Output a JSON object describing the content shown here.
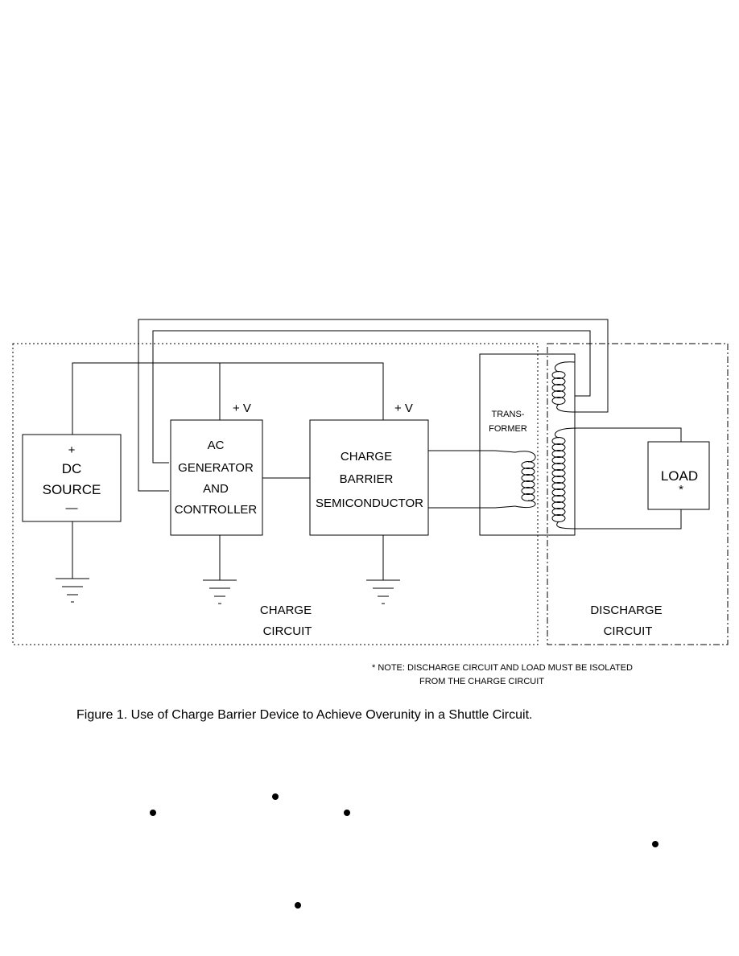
{
  "blocks": {
    "dc_source": {
      "plus": "+",
      "line1": "DC",
      "line2": "SOURCE",
      "minus": "—"
    },
    "ac_generator": {
      "line1": "AC",
      "line2": "GENERATOR",
      "line3": "AND",
      "line4": "CONTROLLER",
      "supply": "+ V"
    },
    "charge_barrier": {
      "line1": "CHARGE",
      "line2": "BARRIER",
      "line3": "SEMICONDUCTOR",
      "supply": "+ V"
    },
    "transformer": {
      "line1": "TRANS-",
      "line2": "FORMER"
    },
    "load": {
      "label": "LOAD",
      "mark": "*"
    }
  },
  "regions": {
    "charge_circuit": {
      "line1": "CHARGE",
      "line2": "CIRCUIT"
    },
    "discharge_circuit": {
      "line1": "DISCHARGE",
      "line2": "CIRCUIT"
    }
  },
  "note": {
    "line1": "* NOTE:  DISCHARGE CIRCUIT AND  LOAD  MUST BE ISOLATED",
    "line2": "FROM  THE CHARGE CIRCUIT"
  },
  "caption": "Figure 1.  Use of Charge Barrier Device to Achieve Overunity in a Shuttle Circuit."
}
